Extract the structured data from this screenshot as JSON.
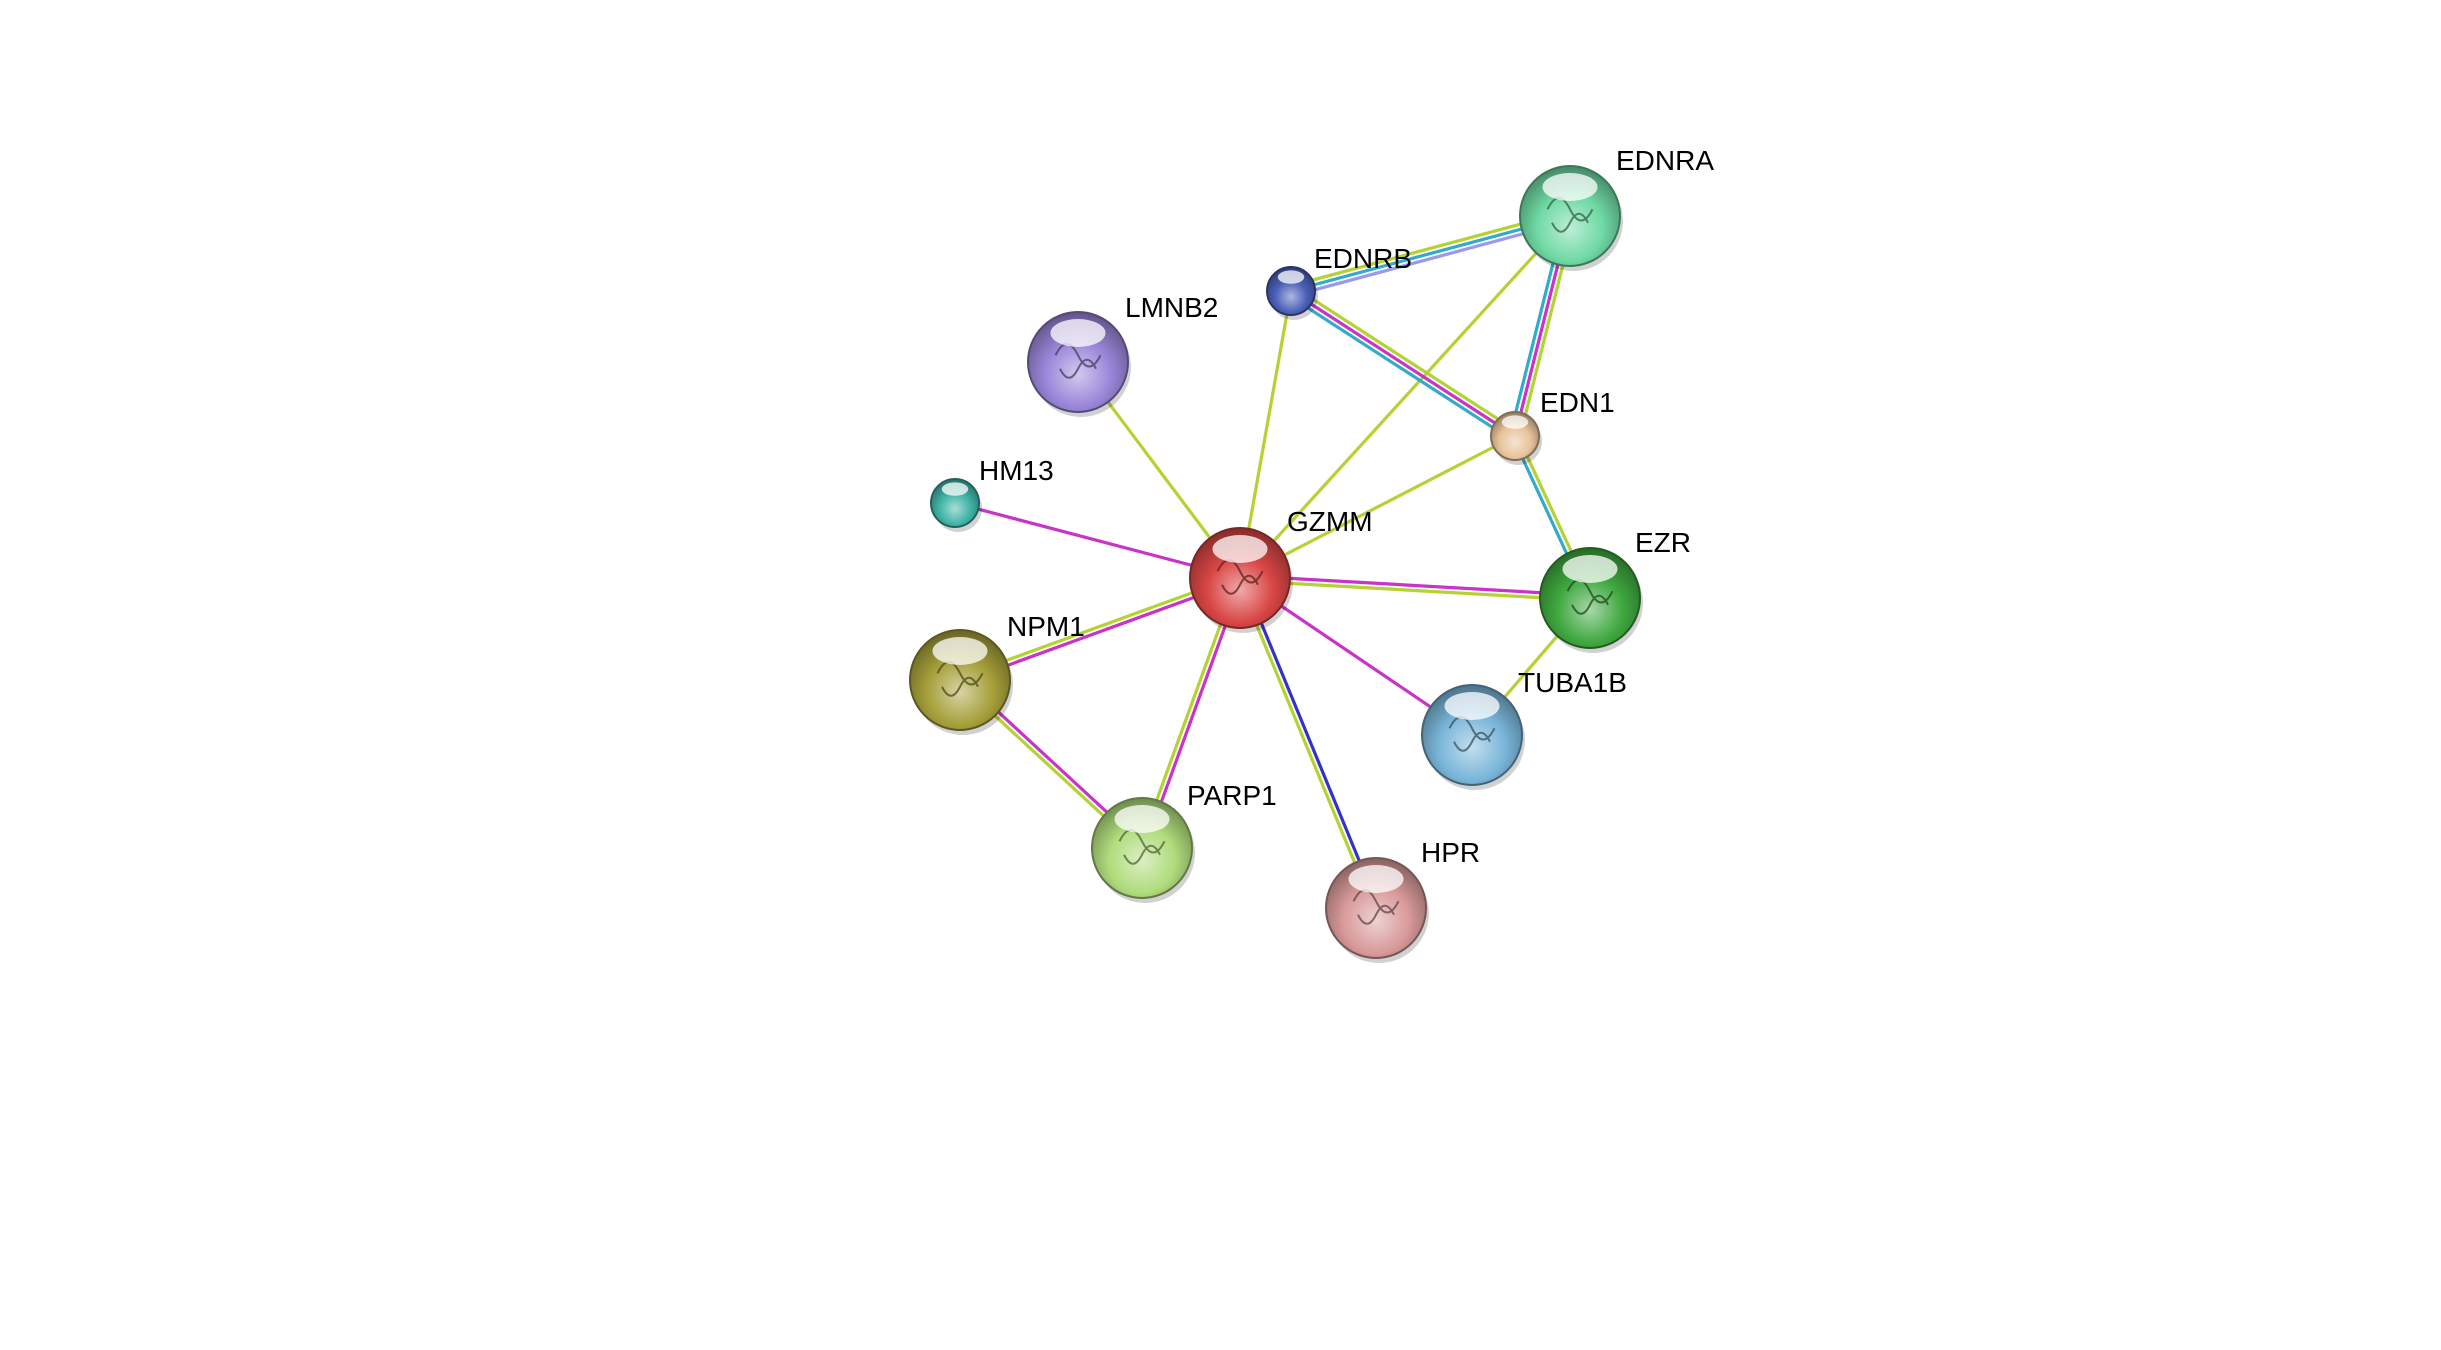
{
  "network": {
    "nodes": [
      {
        "id": "GZMM",
        "label": "GZMM",
        "color": "#d94545",
        "size": "large",
        "glyph": "protein-structure-icon"
      },
      {
        "id": "EDNRA",
        "label": "EDNRA",
        "color": "#6fd9a4",
        "size": "large",
        "glyph": "protein-structure-icon"
      },
      {
        "id": "EDNRB",
        "label": "EDNRB",
        "color": "#4a5fb8",
        "size": "small",
        "glyph": "none"
      },
      {
        "id": "LMNB2",
        "label": "LMNB2",
        "color": "#9a86d9",
        "size": "large",
        "glyph": "protein-structure-icon"
      },
      {
        "id": "EDN1",
        "label": "EDN1",
        "color": "#e8c39a",
        "size": "small",
        "glyph": "none"
      },
      {
        "id": "HM13",
        "label": "HM13",
        "color": "#3fb3a6",
        "size": "small",
        "glyph": "none"
      },
      {
        "id": "EZR",
        "label": "EZR",
        "color": "#3fa83f",
        "size": "large",
        "glyph": "protein-structure-icon"
      },
      {
        "id": "NPM1",
        "label": "NPM1",
        "color": "#a6a03a",
        "size": "large",
        "glyph": "protein-structure-icon"
      },
      {
        "id": "TUBA1B",
        "label": "TUBA1B",
        "color": "#7ab6d9",
        "size": "large",
        "glyph": "protein-structure-icon"
      },
      {
        "id": "PARP1",
        "label": "PARP1",
        "color": "#b0dc7c",
        "size": "large",
        "glyph": "protein-structure-icon"
      },
      {
        "id": "HPR",
        "label": "HPR",
        "color": "#d99a9a",
        "size": "large",
        "glyph": "protein-structure-icon"
      }
    ],
    "edges": [
      {
        "source": "GZMM",
        "target": "LMNB2",
        "colors": [
          "#b5d233"
        ]
      },
      {
        "source": "GZMM",
        "target": "HM13",
        "colors": [
          "#c833c8"
        ]
      },
      {
        "source": "GZMM",
        "target": "EDNRB",
        "colors": [
          "#b5d233"
        ]
      },
      {
        "source": "GZMM",
        "target": "EDNRA",
        "colors": [
          "#b5d233"
        ]
      },
      {
        "source": "GZMM",
        "target": "EDN1",
        "colors": [
          "#b5d233"
        ]
      },
      {
        "source": "GZMM",
        "target": "EZR",
        "colors": [
          "#c833c8",
          "#b5d233"
        ]
      },
      {
        "source": "GZMM",
        "target": "TUBA1B",
        "colors": [
          "#c833c8"
        ]
      },
      {
        "source": "GZMM",
        "target": "HPR",
        "colors": [
          "#3333cc",
          "#b5d233"
        ]
      },
      {
        "source": "GZMM",
        "target": "PARP1",
        "colors": [
          "#c833c8",
          "#b5d233"
        ]
      },
      {
        "source": "GZMM",
        "target": "NPM1",
        "colors": [
          "#c833c8",
          "#b5d233"
        ]
      },
      {
        "source": "NPM1",
        "target": "PARP1",
        "colors": [
          "#c833c8",
          "#b5d233"
        ]
      },
      {
        "source": "EDNRB",
        "target": "EDNRA",
        "colors": [
          "#b5d233",
          "#33aacc",
          "#9999ee"
        ]
      },
      {
        "source": "EDNRB",
        "target": "EDN1",
        "colors": [
          "#b5d233",
          "#c833c8",
          "#33aacc"
        ]
      },
      {
        "source": "EDNRA",
        "target": "EDN1",
        "colors": [
          "#b5d233",
          "#c833c8",
          "#33aacc"
        ]
      },
      {
        "source": "EDN1",
        "target": "EZR",
        "colors": [
          "#b5d233",
          "#33aacc"
        ]
      },
      {
        "source": "EZR",
        "target": "TUBA1B",
        "colors": [
          "#b5d233"
        ]
      }
    ]
  }
}
